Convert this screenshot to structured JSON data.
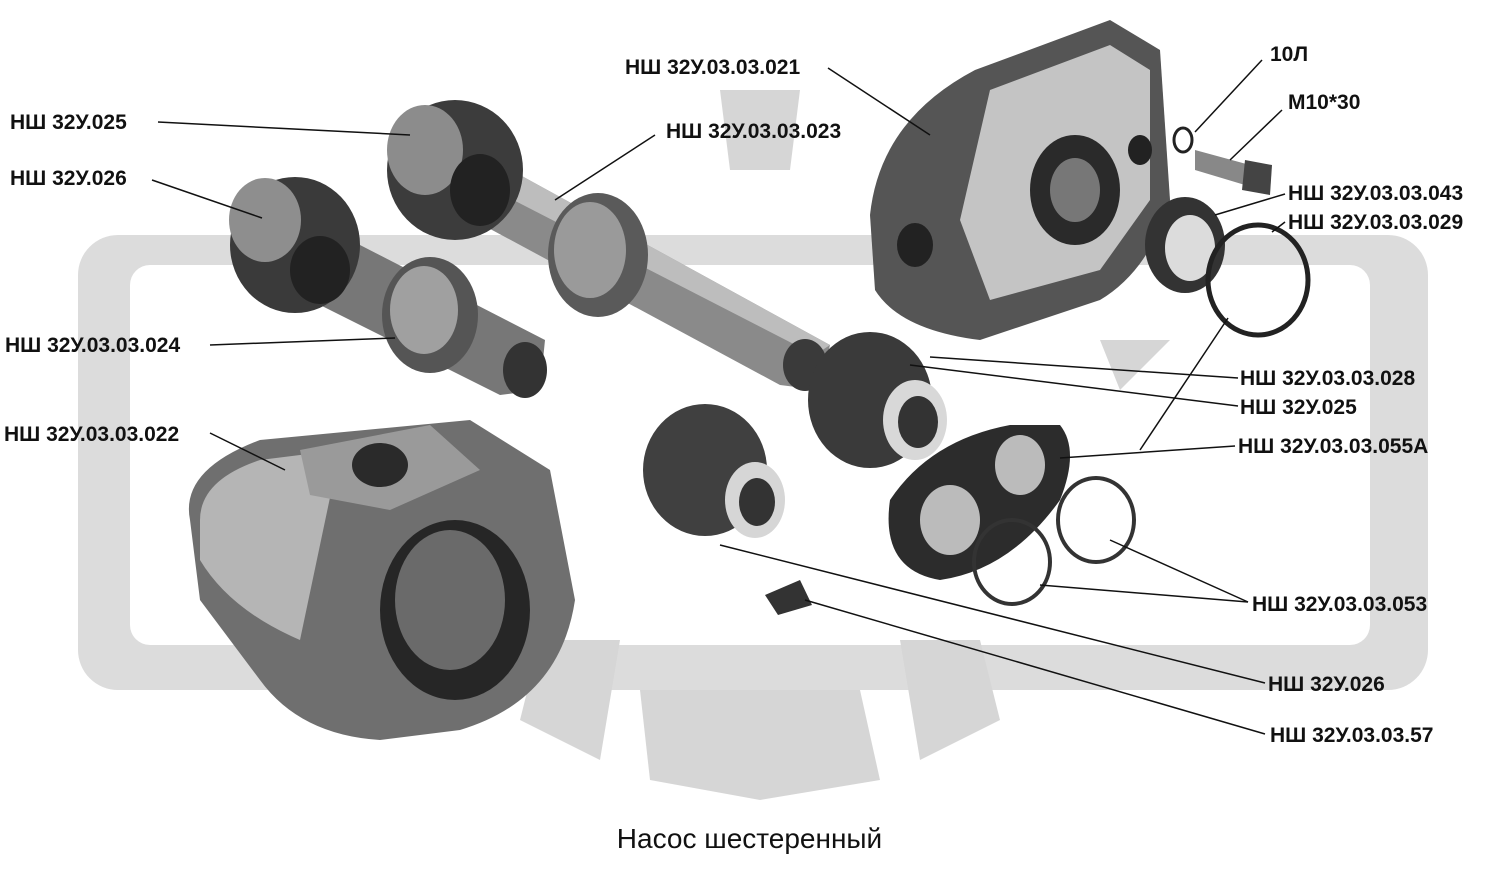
{
  "caption": "Насос шестеренный",
  "labels": {
    "l01": "НШ 32У.025",
    "l02": "НШ 32У.026",
    "l03": "НШ 32У.03.03.024",
    "l04": "НШ 32У.03.03.022",
    "l05": "НШ 32У.03.03.021",
    "l06": "НШ 32У.03.03.023",
    "l07": "10Л",
    "l08": "М10*30",
    "l09": "НШ 32У.03.03.043",
    "l10": "НШ 32У.03.03.029",
    "l11": "НШ 32У.03.03.028",
    "l12": "НШ 32У.025",
    "l13": "НШ 32У.03.03.055А",
    "l14": "НШ 32У.03.03.053",
    "l15": "НШ 32У.026",
    "l16": "НШ 32У.03.03.57"
  },
  "colors": {
    "watermark": "#d4d4d4",
    "part_dark": "#2a2a2a",
    "part_mid": "#7a7a7a",
    "part_light": "#c9c9c9"
  }
}
